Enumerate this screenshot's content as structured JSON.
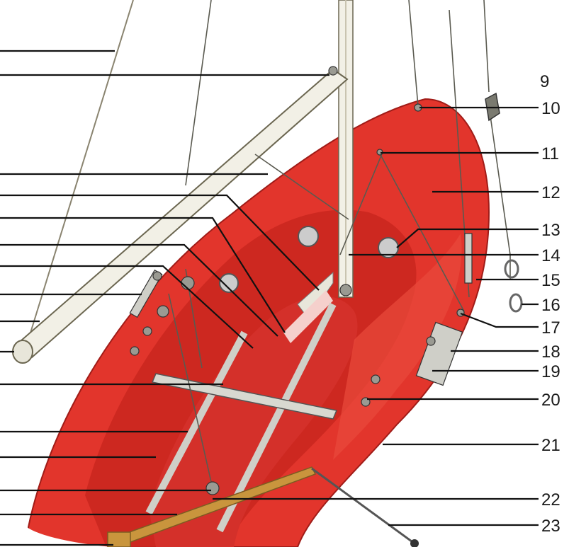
{
  "labels": [
    {
      "id": "9",
      "text": "9"
    },
    {
      "id": "10",
      "text": "10"
    },
    {
      "id": "11",
      "text": "11"
    },
    {
      "id": "12",
      "text": "12"
    },
    {
      "id": "13",
      "text": "13"
    },
    {
      "id": "14",
      "text": "14"
    },
    {
      "id": "15",
      "text": "15"
    },
    {
      "id": "16",
      "text": "16"
    },
    {
      "id": "17",
      "text": "17"
    },
    {
      "id": "18",
      "text": "18"
    },
    {
      "id": "19",
      "text": "19"
    },
    {
      "id": "20",
      "text": "20"
    },
    {
      "id": "21",
      "text": "21"
    },
    {
      "id": "22",
      "text": "22"
    },
    {
      "id": "23",
      "text": "23"
    }
  ],
  "colors": {
    "hull": "#e2352c",
    "hull_dark": "#b8221d",
    "hull_light": "#f0624f",
    "spar": "#f2f0e6",
    "spar_edge": "#6b6650",
    "rigging": "#5a5a50",
    "tiller": "#c9953d",
    "metal": "#bdbdbd",
    "leader": "#111111"
  }
}
